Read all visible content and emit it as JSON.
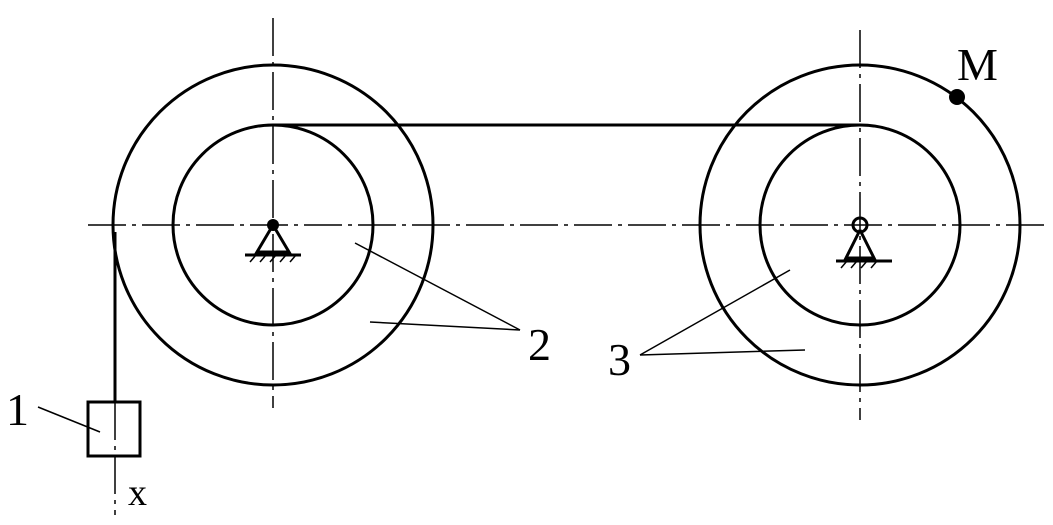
{
  "labels": {
    "load": "1",
    "pulley_left": "2",
    "pulley_right": "3",
    "point": "M",
    "axis": "x"
  }
}
